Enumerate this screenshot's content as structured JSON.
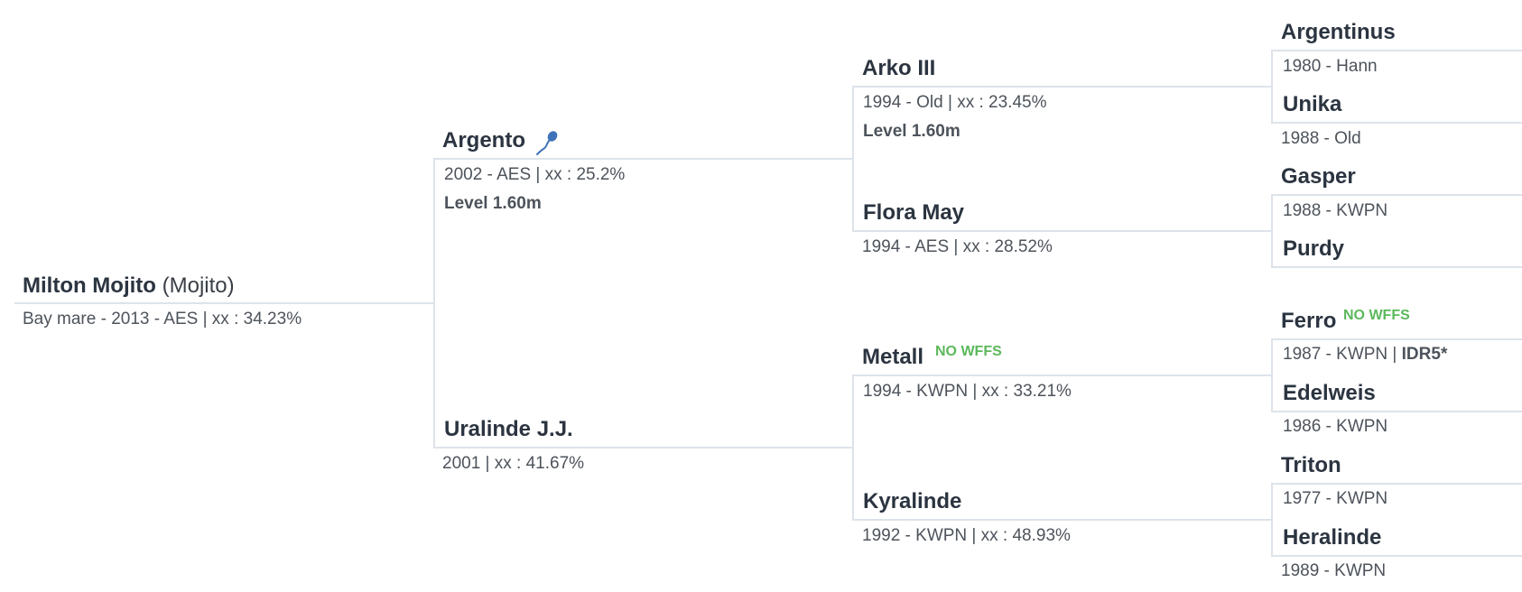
{
  "colors": {
    "line": "#dde3ea",
    "name": "#2b3440",
    "text": "#4d535b",
    "badge": "#5cb85c",
    "sperm_icon": "#3f72b8"
  },
  "subject": {
    "name": "Milton Mojito",
    "alias": "(Mojito)",
    "info": "Bay mare - 2013 - AES | xx : 34.23%"
  },
  "sire": {
    "name": "Argento",
    "icon": "frozen-semen-icon",
    "info": "2002 - AES | xx : 25.2%",
    "level": "Level 1.60m"
  },
  "dam": {
    "name": "Uralinde J.J.",
    "info": "2001 | xx : 41.67%"
  },
  "sire_sire": {
    "name": "Arko III",
    "info": "1994 - Old | xx : 23.45%",
    "level": "Level 1.60m"
  },
  "sire_dam": {
    "name": "Flora May",
    "info": "1994 - AES | xx : 28.52%"
  },
  "dam_sire": {
    "name": "Metall",
    "badge": "NO WFFS",
    "info": "1994 - KWPN | xx : 33.21%"
  },
  "dam_dam": {
    "name": "Kyralinde",
    "info": "1992 - KWPN | xx : 48.93%"
  },
  "gen3": {
    "argentinus": {
      "name": "Argentinus",
      "info": "1980 - Hann"
    },
    "unika": {
      "name": "Unika",
      "info": "1988 - Old"
    },
    "gasper": {
      "name": "Gasper",
      "info": "1988 - KWPN"
    },
    "purdy": {
      "name": "Purdy",
      "info": ""
    },
    "ferro": {
      "name": "Ferro",
      "badge": "NO WFFS",
      "info": "1987 - KWPN |",
      "extra": "IDR5*"
    },
    "edelweis": {
      "name": "Edelweis",
      "info": "1986 - KWPN"
    },
    "triton": {
      "name": "Triton",
      "info": "1977 - KWPN"
    },
    "heralinde": {
      "name": "Heralinde",
      "info": "1989 - KWPN"
    }
  }
}
